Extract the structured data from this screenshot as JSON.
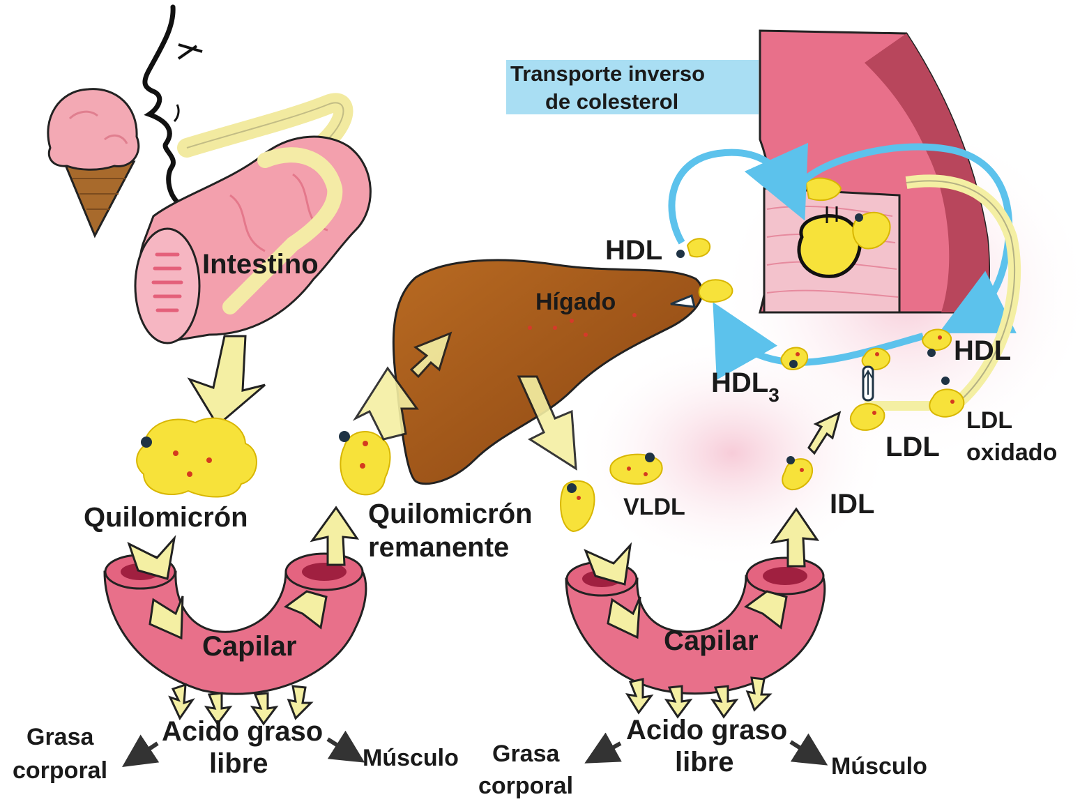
{
  "labels": {
    "transport_line1": "Transporte inverso",
    "transport_line2": "de colesterol",
    "intestino": "Intestino",
    "higado": "Hígado",
    "quilomicron": "Quilomicrón",
    "quilomicron_rem_1": "Quilomicrón",
    "quilomicron_rem_2": "remanente",
    "capilar_left": "Capilar",
    "capilar_right": "Capilar",
    "hdl_top": "HDL",
    "hdl_right": "HDL",
    "hdl3_main": "HDL",
    "hdl3_sub": "3",
    "ldl": "LDL",
    "ldl_ox_1": "LDL",
    "ldl_ox_2": "oxidado",
    "vldl": "VLDL",
    "idl": "IDL",
    "grasa_left_1": "Grasa",
    "grasa_left_2": "corporal",
    "acido_left_1": "Acido graso",
    "acido_left_2": "libre",
    "musculo_left": "Músculo",
    "grasa_right_1": "Grasa",
    "grasa_right_2": "corporal",
    "acido_right_1": "Acido graso",
    "acido_right_2": "libre",
    "musculo_right": "Músculo"
  },
  "colors": {
    "lipoprotein": "#f7e23a",
    "liver": "#a6561a",
    "vessel": "#e8708a",
    "transport_box": "#a9def3",
    "hdl_flow": "#5cc2ec",
    "arrow_fill": "#f4efa3"
  },
  "icons": [
    "face-icon",
    "ice-cream-icon",
    "intestine-icon",
    "liver-icon",
    "artery-icon",
    "capillary-icon"
  ]
}
